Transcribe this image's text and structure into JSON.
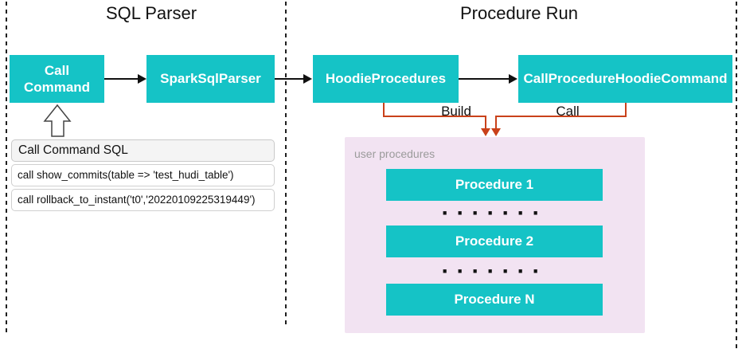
{
  "sections": {
    "sql_parser": {
      "title": "SQL Parser"
    },
    "procedure_run": {
      "title": "Procedure Run"
    }
  },
  "nodes": {
    "call_command": "Call Command",
    "spark_sql_parser": "SparkSqlParser",
    "hoodie_procedures": "HoodieProcedures",
    "call_procedure_hoodie_command": "CallProcedureHoodieCommand"
  },
  "edge_labels": {
    "build": "Build",
    "call": "Call"
  },
  "sql_card": {
    "header": "Call Command SQL",
    "rows": [
      "call show_commits(table => 'test_hudi_table')",
      "call rollback_to_instant('t0','20220109225319449')"
    ]
  },
  "user_procedures": {
    "label": "user procedures",
    "items": [
      "Procedure 1",
      "Procedure 2",
      "Procedure N"
    ],
    "ellipsis": "·······"
  },
  "colors": {
    "teal": "#15c3c6",
    "pink": "#f2e3f2",
    "orange": "#c9411a"
  }
}
